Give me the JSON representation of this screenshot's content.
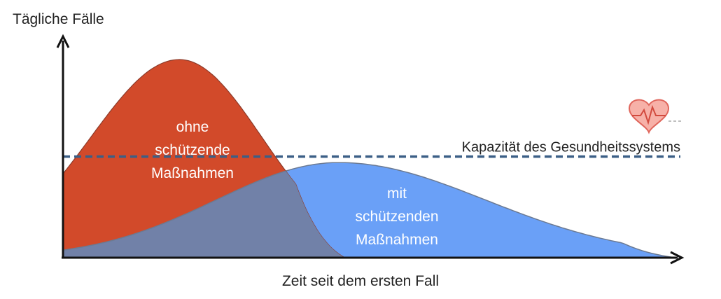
{
  "chart_data": {
    "type": "area",
    "title": "",
    "ylabel": "Tägliche Fälle",
    "xlabel": "Zeit seit dem ersten Fall",
    "xlim": [
      0,
      100
    ],
    "ylim": [
      0,
      100
    ],
    "grid": false,
    "series": [
      {
        "key": "ohne",
        "label_lines": [
          "ohne",
          "schützende",
          "Maßnahmen"
        ],
        "color": "#d24a2a",
        "peak_x": 19,
        "peak_y": 100
      },
      {
        "key": "mit",
        "label_lines": [
          "mit",
          "schützenden",
          "Maßnahmen"
        ],
        "color": "#6aa0f7",
        "peak_x": 45,
        "peak_y": 48
      }
    ],
    "overlap_color": "#7181a8",
    "capacity": {
      "label": "Kapazität des Gesundheitssystems",
      "y": 51,
      "color": "#3b5f86",
      "icon": "heart-monitor-icon",
      "icon_color": "#f4867d"
    }
  }
}
